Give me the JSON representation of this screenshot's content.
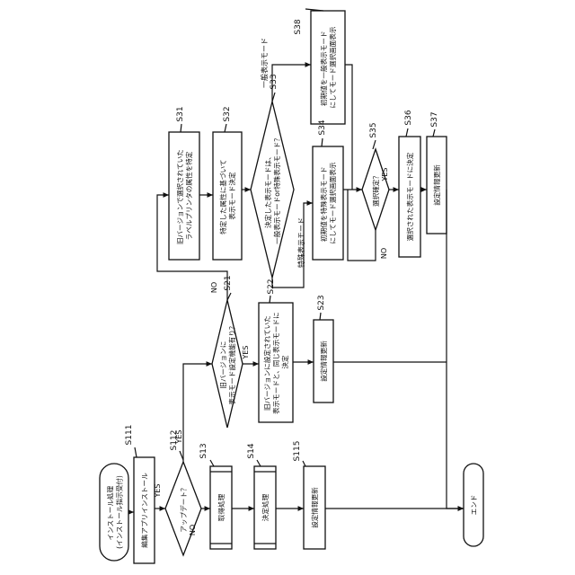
{
  "nodes": {
    "start": [
      "インストール処理",
      "(インストール指示受付)"
    ],
    "s111": [
      "編集アプリインストール"
    ],
    "s112": [
      "アップデート？"
    ],
    "s13": [
      "取得処理"
    ],
    "s14": [
      "決定処理"
    ],
    "s115": [
      "設定情報更新"
    ],
    "s21": [
      "旧バージョンに",
      "表示モード設定機能有り？"
    ],
    "s22": [
      "旧バージョンに設定されていた",
      "表示モードと、同じ表示モードに",
      "決定"
    ],
    "s23": [
      "設定情報更新"
    ],
    "s31": [
      "旧バージョンで選択されていた",
      "ラベルプリンタの属性を特定"
    ],
    "s32": [
      "特定した属性に基づいて",
      "表示モード決定"
    ],
    "s33": [
      "決定した表示モードは、",
      "一般表示モードor特殊表示モード？"
    ],
    "s34": [
      "初期値を特殊表示モード",
      "にしてモード選択画面表示"
    ],
    "s38": [
      "初期値を一般表示モード",
      "にしてモード選択画面表示"
    ],
    "s35": [
      "選択確定？"
    ],
    "s36": [
      "選択された表示モードに決定"
    ],
    "s37": [
      "設定情報更新"
    ],
    "end": [
      "エンド"
    ]
  },
  "step_ids": {
    "s111": "S111",
    "s112": "S112",
    "s13": "S13",
    "s14": "S14",
    "s115": "S115",
    "s21": "S21",
    "s22": "S22",
    "s23": "S23",
    "s31": "S31",
    "s32": "S32",
    "s33": "S33",
    "s34": "S34",
    "s35": "S35",
    "s36": "S36",
    "s37": "S37",
    "s38": "S38"
  },
  "branch_labels": {
    "s112_yes": "YES",
    "s112_no": "NO",
    "s21_yes": "YES",
    "s21_no": "NO",
    "s33_general": "一般表示モード",
    "s33_special": "特殊表示モード",
    "s35_yes": "YES",
    "s35_no": "NO"
  },
  "colors": {
    "line": "#111111",
    "background": "#ffffff"
  }
}
